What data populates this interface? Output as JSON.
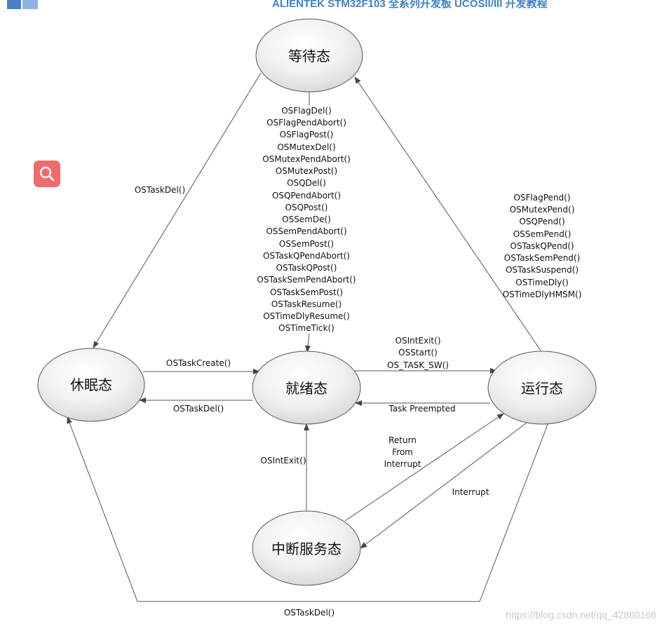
{
  "header": {
    "title": "ALIENTEK  STM32F103 全系列开发板 UCOSII/III 开发教程"
  },
  "search_button": {
    "icon": "search-icon"
  },
  "watermark": "https://blog.csdn.net/qq_42860166",
  "states": {
    "waiting": "等待态",
    "dormant": "休眠态",
    "ready": "就绪态",
    "running": "运行态",
    "isr": "中断服务态"
  },
  "edges": {
    "waiting_to_dormant": "OSTaskDel()",
    "waiting_to_ready": [
      "OSFlagDel()",
      "OSFlagPendAbort()",
      "OSFlagPost()",
      "OSMutexDel()",
      "OSMutexPendAbort()",
      "OSMutexPost()",
      "OSQDel()",
      "OSQPendAbort()",
      "OSQPost()",
      "OSSemDe()",
      "OSSemPendAbort()",
      "OSSemPost()",
      "OSTaskQPendAbort()",
      "OSTaskQPost()",
      "OSTaskSemPendAbort()",
      "OSTaskSemPost()",
      "OSTaskResume()",
      "OSTimeDlyResume()",
      "OSTimeTick()"
    ],
    "running_to_waiting": [
      "OSFlagPend()",
      "OSMutexPend()",
      "OSQPend()",
      "OSSemPend()",
      "OSTaskQPend()",
      "OSTaskSemPend()",
      "OSTaskSuspend()",
      "OSTimeDly()",
      "OSTimeDlyHMSM()"
    ],
    "dormant_to_ready": "OSTaskCreate()",
    "ready_to_dormant": "OSTaskDel()",
    "ready_to_running": [
      "OSIntExit()",
      "OSStart()",
      "OS_TASK_SW()"
    ],
    "running_to_ready": "Task Preempted",
    "isr_to_ready": "OSIntExit()",
    "isr_to_running": [
      "Return",
      "From",
      "Interrupt"
    ],
    "running_to_isr": "Interrupt",
    "bottom_to_dormant": "OSTaskDel()"
  },
  "colors": {
    "accent_blue": "#3f82c6",
    "search_red": "#f06b6b",
    "state_fill_light": "#fafafa",
    "state_fill_dark": "#d9d9d9",
    "line": "#555555"
  }
}
